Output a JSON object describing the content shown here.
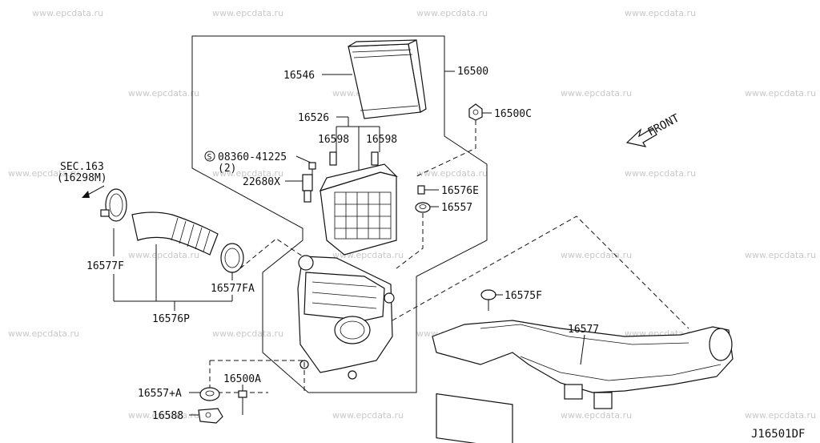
{
  "watermark": "www.epcdata.ru",
  "diagram_ref": "J16501DF",
  "front_label": "FRONT",
  "section_ref": {
    "line1": "SEC.163",
    "line2": "(16298M)"
  },
  "bolt_qty": "(2)",
  "parts": {
    "p16546": "16546",
    "p16500": "16500",
    "p16500C": "16500C",
    "p16526": "16526",
    "p16598a": "16598",
    "p16598b": "16598",
    "p08360": "08360-41225",
    "p22680X": "22680X",
    "p16576E": "16576E",
    "p16557": "16557",
    "p16577F": "16577F",
    "p16577FA": "16577FA",
    "p16576P": "16576P",
    "p16575F": "16575F",
    "p16577": "16577",
    "p16500A": "16500A",
    "p16557A": "16557+A",
    "p16588": "16588"
  }
}
